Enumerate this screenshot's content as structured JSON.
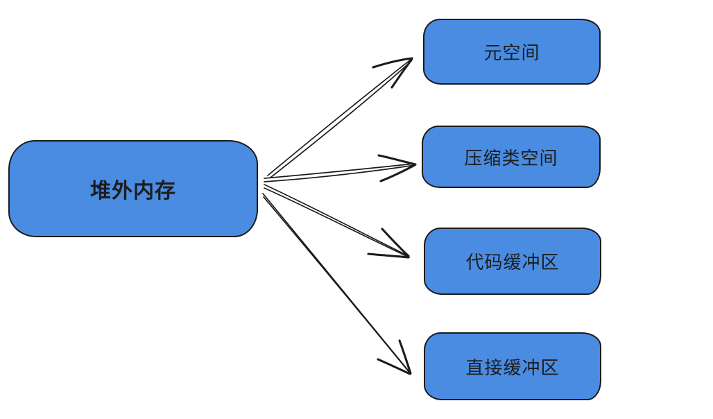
{
  "diagram": {
    "colors": {
      "background": "#ffffff",
      "node_fill": "#4a8ce2",
      "node_fill_offset": "#7fabe8",
      "stroke": "#1b1b1b",
      "text": "#1d1d1e"
    },
    "root": {
      "label": "堆外内存"
    },
    "children": [
      {
        "label": "元空间"
      },
      {
        "label": "压缩类空间"
      },
      {
        "label": "代码缓冲区"
      },
      {
        "label": "直接缓冲区"
      }
    ],
    "edges": [
      {
        "from": "堆外内存",
        "to": "元空间"
      },
      {
        "from": "堆外内存",
        "to": "压缩类空间"
      },
      {
        "from": "堆外内存",
        "to": "代码缓冲区"
      },
      {
        "from": "堆外内存",
        "to": "直接缓冲区"
      }
    ]
  }
}
